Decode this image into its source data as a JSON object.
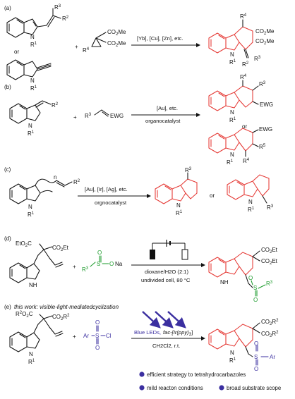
{
  "panels": [
    {
      "id": "a",
      "label": "(a)",
      "conditions_top": "[Yb], [Cu], [Zn], etc.",
      "conditions_bottom": "",
      "separator_text": "or",
      "reactant_labels": [
        "R",
        "3",
        "R",
        "2",
        "N",
        "R",
        "1",
        "N",
        "R",
        "1"
      ],
      "reagent_labels": [
        "R",
        "4",
        "CO",
        "2",
        "Me",
        "CO",
        "2",
        "Me"
      ],
      "product_labels": [
        "R",
        "4",
        "CO",
        "2",
        "Me",
        "CO",
        "2",
        "Me",
        "N",
        "R",
        "1",
        "R",
        "2",
        "R",
        "3"
      ]
    },
    {
      "id": "b",
      "label": "(b)",
      "conditions_top": "[Au], etc.",
      "conditions_bottom": "organocatalyst",
      "separator_text": "or",
      "reactant_labels": [
        "R",
        "2",
        "N",
        "R",
        "1"
      ],
      "reagent_labels": [
        "R",
        "3",
        "EWG"
      ],
      "product_labels": [
        "R",
        "4",
        "R",
        "3",
        "EWG",
        "N",
        "R",
        "1",
        "EWG",
        "R",
        "5",
        "R",
        "4",
        "N",
        "R",
        "1"
      ]
    },
    {
      "id": "c",
      "label": "(c)",
      "conditions_top": "[Au], [Ir], [Ag], etc.",
      "conditions_bottom": "orgnocatalyst",
      "separator_text": "or",
      "reactant_labels": [
        "n",
        "R",
        "2",
        "N",
        "R",
        "1"
      ],
      "product_labels": [
        "R",
        "3",
        "N",
        "R",
        "1",
        "N",
        "R",
        "1",
        "R",
        "3"
      ]
    },
    {
      "id": "d",
      "label": "(d)",
      "conditions_top": "dioxane/H2O (2:1)",
      "conditions_bottom": "undivided cell, 80 °C",
      "separator_text": "+",
      "reactant_labels": [
        "EtO",
        "2",
        "C",
        "CO",
        "2",
        "Et",
        "N",
        "H"
      ],
      "reagent_labels": [
        "O",
        "R",
        "3",
        "S",
        "O",
        "Na"
      ],
      "product_labels": [
        "CO",
        "2",
        "Et",
        "CO",
        "2",
        "Et",
        "N",
        "H",
        "S",
        "O",
        "O",
        "R",
        "3"
      ]
    },
    {
      "id": "e",
      "label": "(e)",
      "title": "this work: visible-light-mediatedcyclization",
      "conditions_top_prefix": "Blue LEDs,",
      "conditions_top_catalyst": "fac-[Ir(ppy)",
      "conditions_top_sub": "3",
      "conditions_top_end": "]",
      "conditions_bottom": "CH2Cl2, r.t.",
      "separator_text": "+",
      "reactant_labels": [
        "R",
        "2",
        "O",
        "2",
        "C",
        "CO",
        "2",
        "R",
        "2",
        "N",
        "R",
        "1"
      ],
      "reagent_labels": [
        "O",
        "Ar",
        "S",
        "Cl",
        "O"
      ],
      "product_labels": [
        "CO",
        "2",
        "R",
        "2",
        "CO",
        "2",
        "R",
        "2",
        "N",
        "R",
        "1",
        "S",
        "O",
        "O",
        "Ar"
      ]
    }
  ],
  "bullets": [
    "efficient strategy to tetrahydrocarbazoles",
    "mild reacton conditions",
    "broad substrate scope"
  ],
  "colors": {
    "product": "#e53935",
    "sulfonyl": "#1a9a2a",
    "aryl_sulfonyl": "#3b2fa0",
    "bullet": "#3b2fa0",
    "ink": "#111111"
  },
  "icons": [
    "cyclopropane",
    "battery-electrode-icon",
    "blue-led-arrows-icon"
  ]
}
